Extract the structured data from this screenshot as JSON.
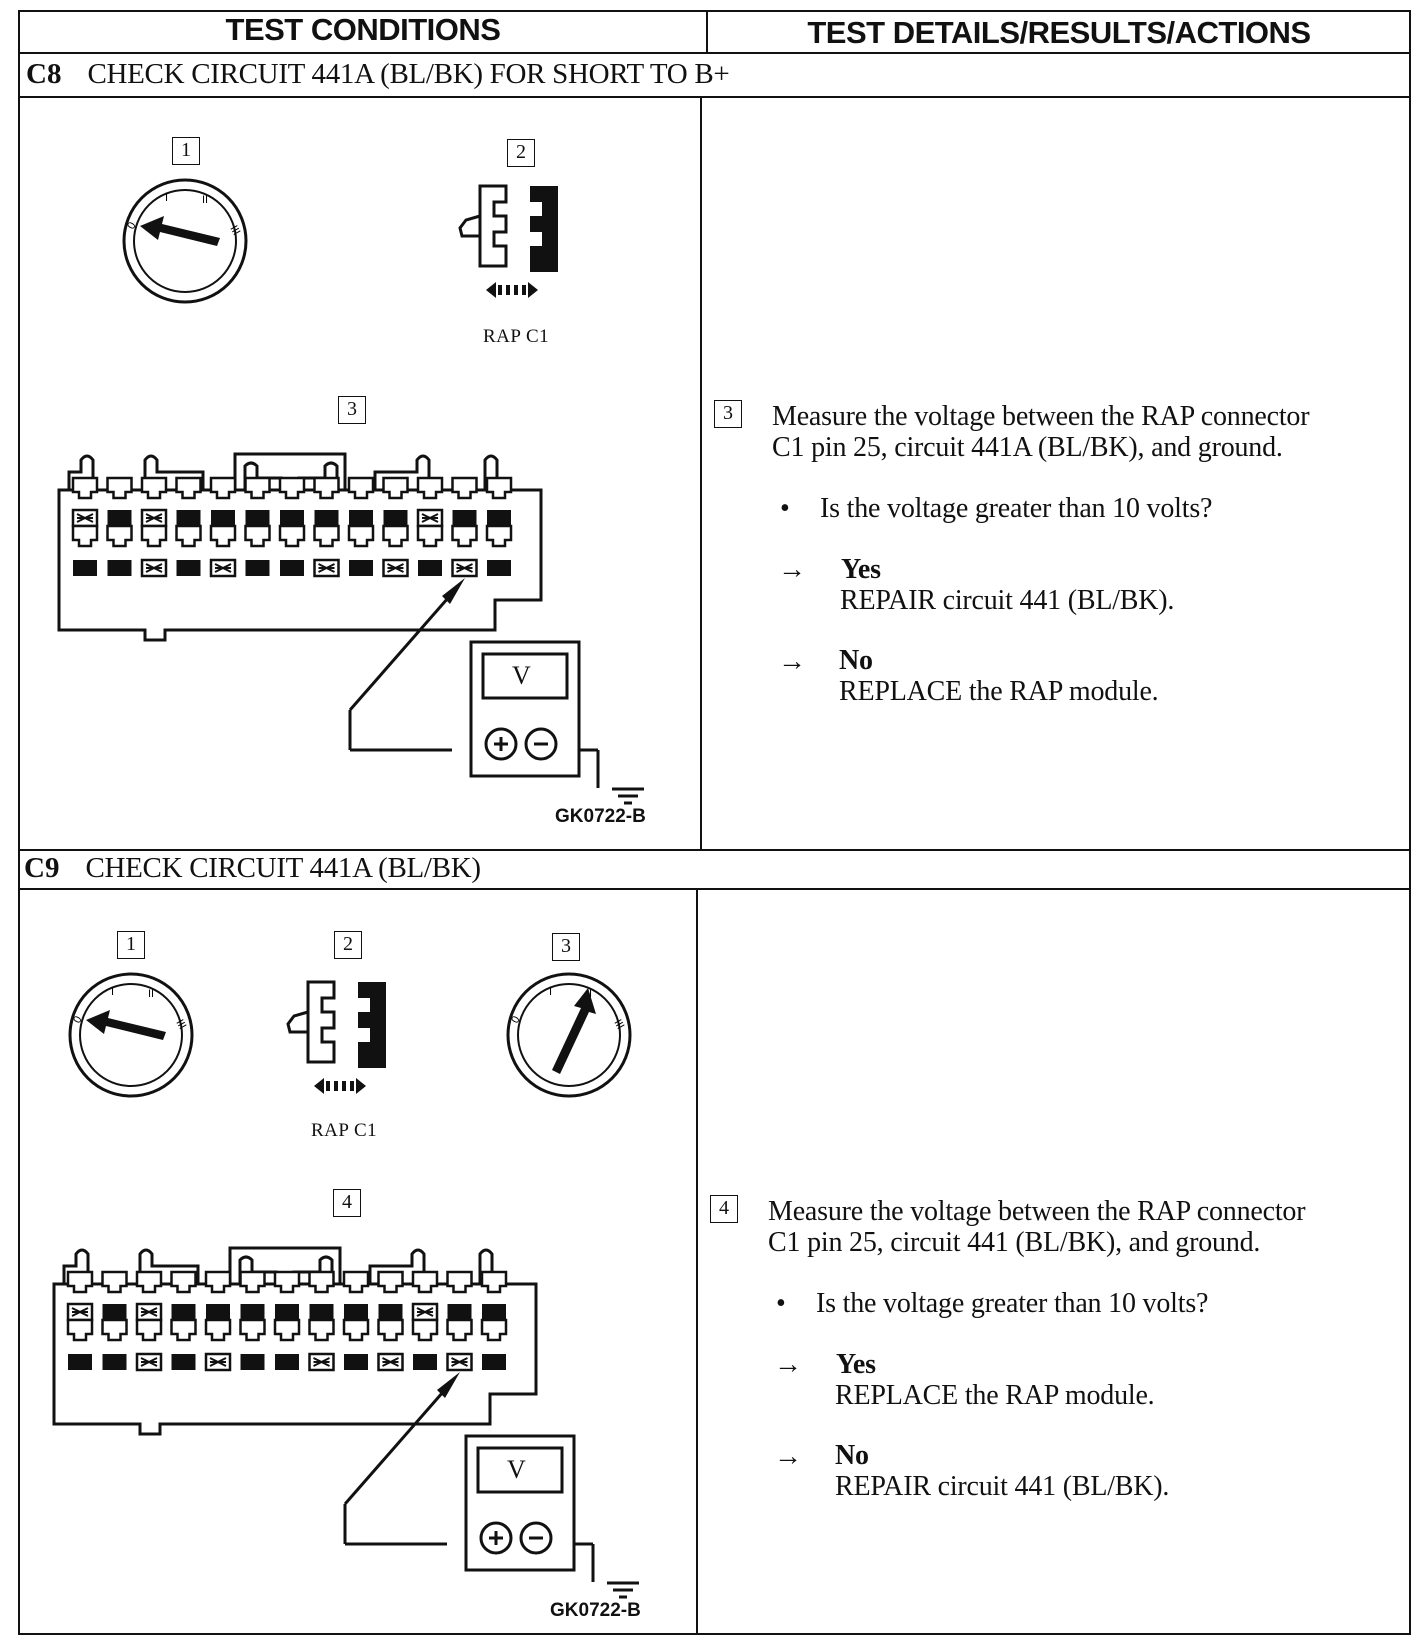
{
  "header": {
    "col_left": "TEST CONDITIONS",
    "col_right": "TEST DETAILS/RESULTS/ACTIONS"
  },
  "sections": [
    {
      "id": "C8",
      "title": "CHECK CIRCUIT 441A (BL/BK) FOR SHORT TO B+",
      "figure": {
        "steps": [
          "1",
          "2",
          "3"
        ],
        "connector_label": "RAP C1",
        "meter_label": "V",
        "code": "GK0722-B"
      },
      "detail": {
        "step": "3",
        "instruction_line1": "Measure the voltage between the RAP connector",
        "instruction_line2": "C1 pin 25, circuit 441A (BL/BK), and ground.",
        "question": "Is the voltage greater than 10 volts?",
        "answers": [
          {
            "arrow": "→",
            "label": "Yes",
            "action": "REPAIR circuit 441 (BL/BK)."
          },
          {
            "arrow": "→",
            "label": "No",
            "action": "REPLACE the RAP module."
          }
        ]
      }
    },
    {
      "id": "C9",
      "title": "CHECK CIRCUIT 441A (BL/BK)",
      "figure": {
        "steps": [
          "1",
          "2",
          "3",
          "4"
        ],
        "connector_label": "RAP C1",
        "meter_label": "V",
        "code": "GK0722-B"
      },
      "detail": {
        "step": "4",
        "instruction_line1": "Measure the voltage between the RAP connector",
        "instruction_line2": "C1 pin 25, circuit 441 (BL/BK), and ground.",
        "question": "Is the voltage greater than 10 volts?",
        "answers": [
          {
            "arrow": "→",
            "label": "Yes",
            "action": "REPLACE the RAP module."
          },
          {
            "arrow": "→",
            "label": "No",
            "action": "REPAIR circuit 441 (BL/BK)."
          }
        ]
      }
    }
  ],
  "icons": {
    "ignition_switch": "ignition-switch-icon",
    "connector_disconnect": "connector-disconnect-icon",
    "connector_face": "connector-face-diagram",
    "voltmeter": "voltmeter-icon",
    "ground": "ground-icon"
  }
}
